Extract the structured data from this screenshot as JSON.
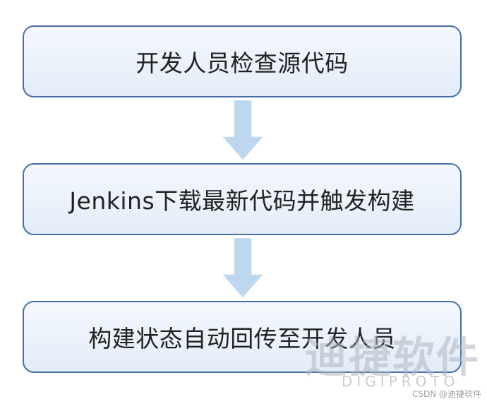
{
  "steps": [
    {
      "label": "开发人员检查源代码"
    },
    {
      "label": "Jenkins下载最新代码并触发构建"
    },
    {
      "label": "构建状态自动回传至开发人员"
    }
  ],
  "colors": {
    "box_border": "#4a6ea8",
    "box_fill_top": "#f4f8fd",
    "box_fill_bottom": "#e3ecf7",
    "arrow_fill": "#bdd7ee"
  },
  "watermark": {
    "brand": "迪捷软件",
    "brand_latin": "DIGIPROTO"
  },
  "credit": "CSDN @迪捷软件"
}
